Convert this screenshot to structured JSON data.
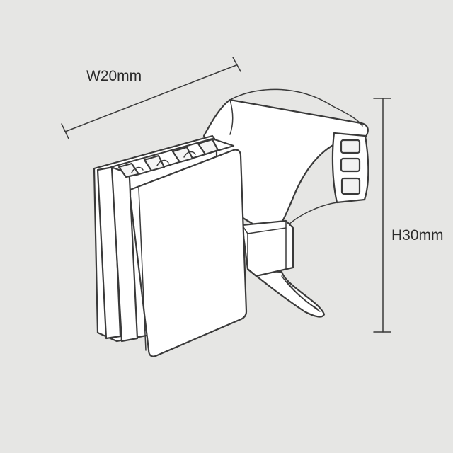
{
  "dimensions": {
    "width_label": "W20mm",
    "height_label": "H30mm",
    "width_mm": 20,
    "height_mm": 30
  },
  "colors": {
    "background": "#e6e6e4",
    "part_fill": "#ffffff",
    "outline": "#3a3a3a",
    "dimension_line": "#3a3a3a"
  }
}
